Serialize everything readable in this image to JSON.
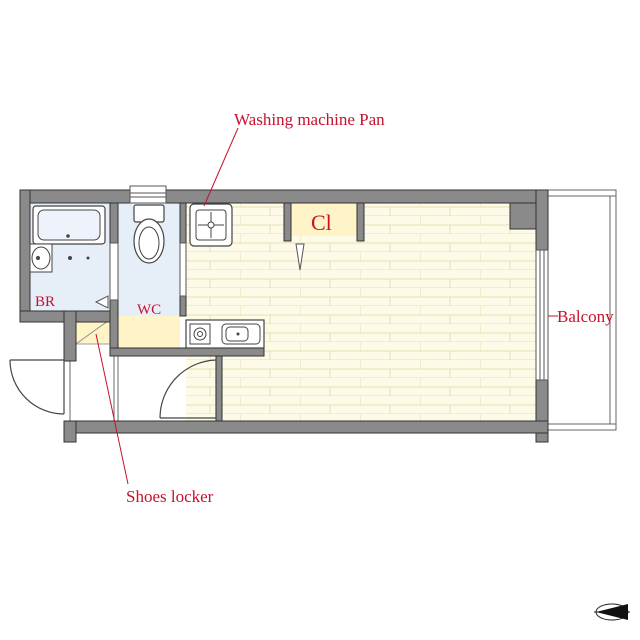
{
  "labels": {
    "washing_machine_pan": "Washing machine Pan",
    "closet": "Cl",
    "bathroom": "BR",
    "toilet": "WC",
    "balcony": "Balcony",
    "shoes_locker": "Shoes locker"
  },
  "colors": {
    "wall": "#8a8a8a",
    "wall_edge": "#333333",
    "floor": "#fdfbe8",
    "floor_lines": "#e6dfb0",
    "wet_area": "#e6eef8",
    "closet": "#fff3c8",
    "label": "#c8102e"
  },
  "icons": [
    "compass-icon"
  ]
}
